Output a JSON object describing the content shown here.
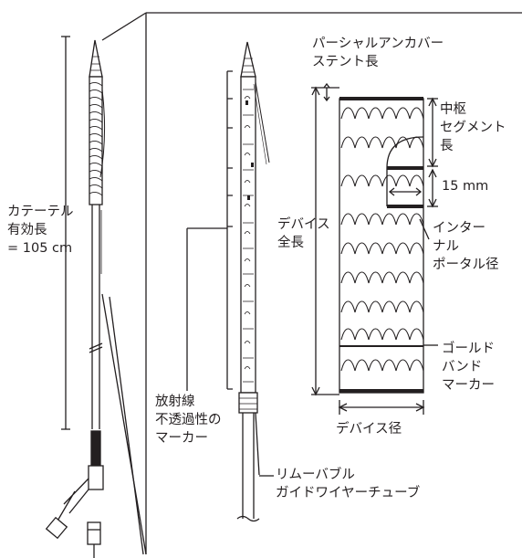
{
  "labels": {
    "partial_anchor": "パーシャルアンカバー\nステント長",
    "center_segment": "中枢\nセグメント\n長",
    "fifteen_mm": "15 mm",
    "device_total": "デバイス\n全長",
    "internal_portal": "インター\nナル\nポータル径",
    "catheter_length": "カテーテル\n有効長\n= 105 cm",
    "gold_band": "ゴールド\nバンド\nマーカー",
    "radiopaque": "放射線\n不透過性の\nマーカー",
    "device_diameter": "デバイス径",
    "removable_guidewire": "リムーバブル\nガイドワイヤーチューブ"
  },
  "colors": {
    "line": "#231f20",
    "fill": "#ffffff",
    "dark": "#231f20"
  }
}
